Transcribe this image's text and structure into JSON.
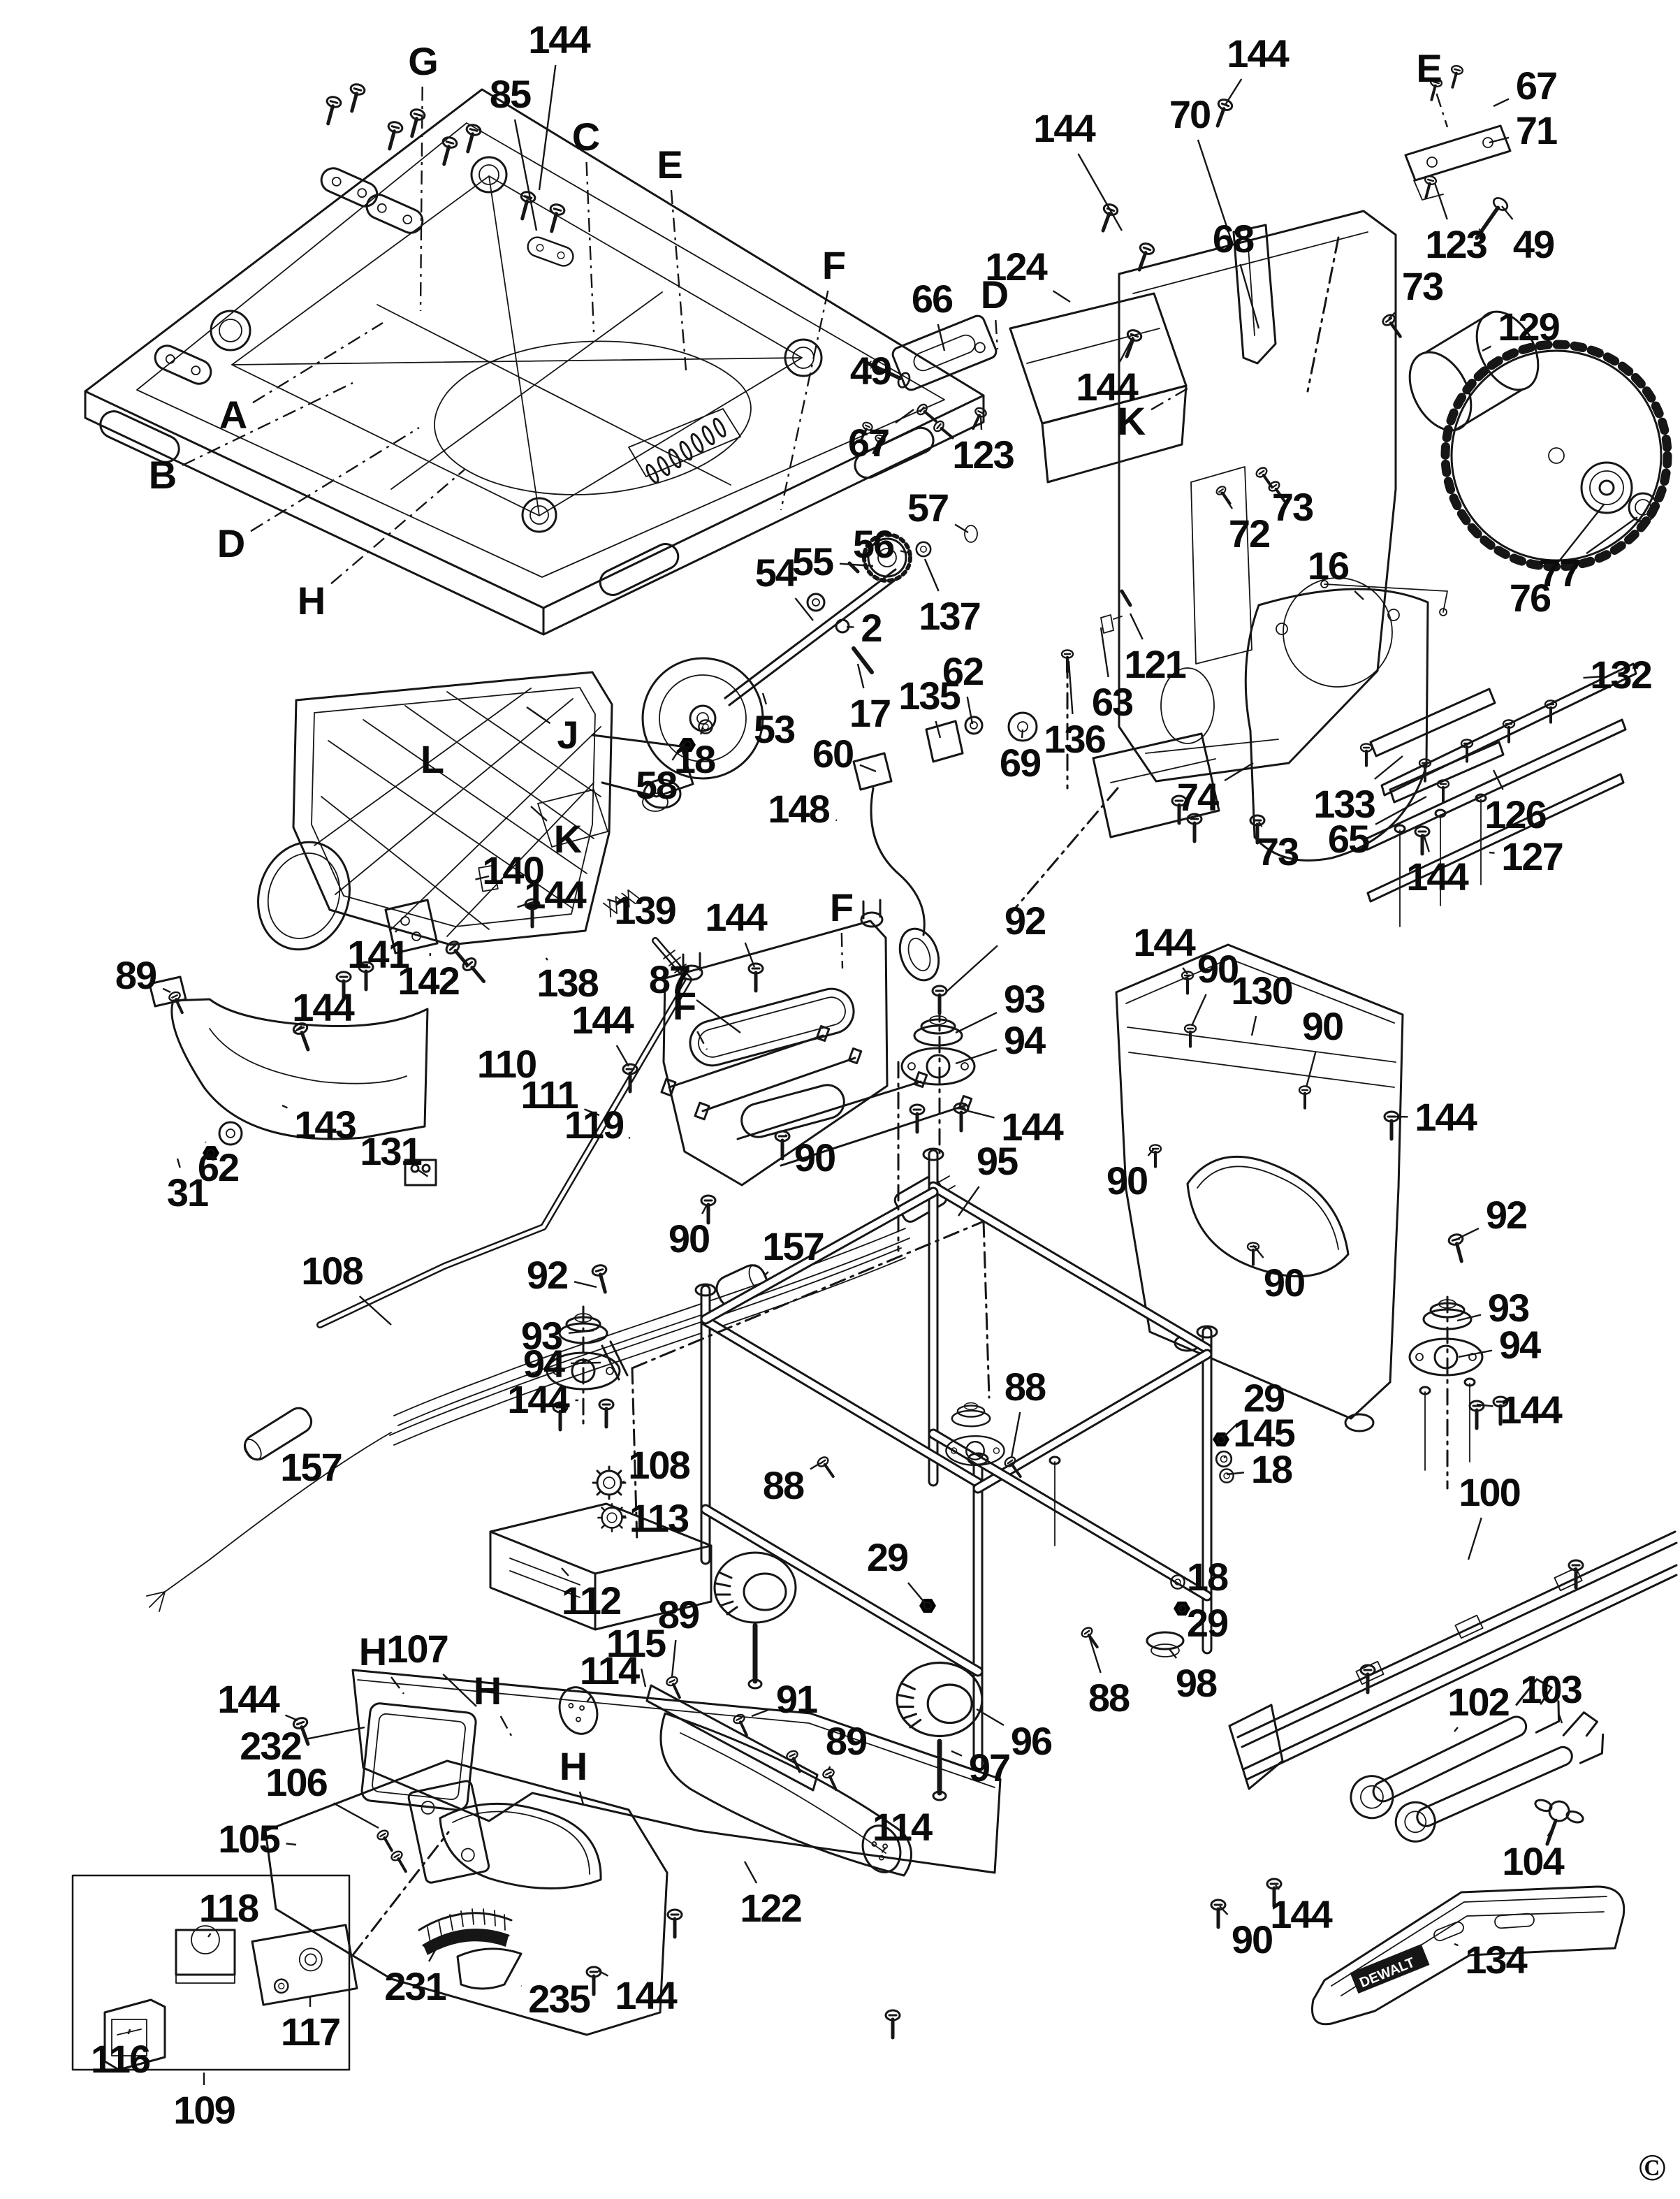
{
  "page": {
    "background": "#ffffff",
    "ink": "#161616",
    "copyright_mark": "©"
  },
  "diagram": {
    "type": "exploded-parts-diagram",
    "fence_brand_text": "DEWALT",
    "callout_format": [
      "text",
      "x",
      "y",
      "leader_x",
      "leader_y",
      "dashed"
    ],
    "callouts": [
      [
        "G",
        605,
        88,
        602,
        445,
        1
      ],
      [
        "144",
        800,
        57,
        772,
        272
      ],
      [
        "85",
        730,
        135,
        768,
        330
      ],
      [
        "C",
        838,
        196,
        850,
        475,
        1
      ],
      [
        "E",
        958,
        236,
        982,
        530,
        1
      ],
      [
        "F",
        1193,
        380,
        1118,
        730,
        1
      ],
      [
        "A",
        333,
        594,
        548,
        462,
        1
      ],
      [
        "B",
        232,
        680,
        505,
        548,
        1
      ],
      [
        "D",
        330,
        778,
        600,
        612,
        1
      ],
      [
        "H",
        445,
        860,
        665,
        672,
        1
      ],
      [
        "144",
        1800,
        77,
        1754,
        150
      ],
      [
        "70",
        1703,
        164,
        1764,
        348
      ],
      [
        "144",
        1523,
        184,
        1606,
        330
      ],
      [
        "E",
        2045,
        98,
        2072,
        182,
        1
      ],
      [
        "67",
        2199,
        123,
        2138,
        152
      ],
      [
        "71",
        2199,
        187,
        2132,
        204
      ],
      [
        "123",
        2084,
        350,
        2054,
        262
      ],
      [
        "49",
        2195,
        350,
        2150,
        295
      ],
      [
        "73",
        2036,
        410,
        1988,
        456
      ],
      [
        "129",
        2188,
        468,
        2122,
        502
      ],
      [
        "68",
        1765,
        342,
        1802,
        470
      ],
      [
        "124",
        1454,
        382,
        1532,
        432
      ],
      [
        "66",
        1334,
        428,
        1352,
        502
      ],
      [
        "D",
        1423,
        422,
        1428,
        500,
        1
      ],
      [
        "49",
        1246,
        531,
        1290,
        542
      ],
      [
        "67",
        1243,
        634,
        1308,
        586
      ],
      [
        "123",
        1407,
        651,
        1404,
        596
      ],
      [
        "144",
        1584,
        554,
        1622,
        482
      ],
      [
        "K",
        1619,
        603,
        1700,
        556,
        1
      ],
      [
        "73",
        1850,
        726,
        1808,
        680
      ],
      [
        "72",
        1788,
        764,
        1748,
        704
      ],
      [
        "77",
        2232,
        820,
        2344,
        740
      ],
      [
        "76",
        2190,
        856,
        2296,
        722
      ],
      [
        "16",
        1901,
        810,
        1952,
        858
      ],
      [
        "132",
        2320,
        966,
        2294,
        968
      ],
      [
        "121",
        1653,
        951,
        1618,
        878
      ],
      [
        "63",
        1592,
        1005,
        1576,
        898
      ],
      [
        "136",
        1538,
        1058,
        1530,
        946
      ],
      [
        "74",
        1714,
        1141,
        1794,
        1092
      ],
      [
        "73",
        1829,
        1219,
        1802,
        1176
      ],
      [
        "133",
        1924,
        1151,
        2008,
        1082
      ],
      [
        "65",
        1930,
        1201,
        2042,
        1140
      ],
      [
        "126",
        2169,
        1166,
        2138,
        1102
      ],
      [
        "127",
        2193,
        1226,
        2132,
        1220
      ],
      [
        "144",
        2057,
        1255,
        2038,
        1194
      ],
      [
        "57",
        1328,
        727,
        1386,
        762
      ],
      [
        "56",
        1250,
        779,
        1304,
        792
      ],
      [
        "55",
        1163,
        804,
        1250,
        810
      ],
      [
        "54",
        1110,
        820,
        1164,
        888
      ],
      [
        "137",
        1359,
        882,
        1324,
        800
      ],
      [
        "2",
        1247,
        899,
        1212,
        897
      ],
      [
        "17",
        1245,
        1021,
        1228,
        950
      ],
      [
        "53",
        1108,
        1044,
        1092,
        992
      ],
      [
        "58",
        939,
        1124,
        978,
        1064
      ],
      [
        "18",
        994,
        1087,
        1006,
        1040
      ],
      [
        "60",
        1192,
        1079,
        1254,
        1104
      ],
      [
        "148",
        1143,
        1158,
        1198,
        1174
      ],
      [
        "135",
        1330,
        996,
        1346,
        1056
      ],
      [
        "62",
        1378,
        961,
        1392,
        1036
      ],
      [
        "69",
        1460,
        1092,
        1464,
        1044
      ],
      [
        "J",
        812,
        1052,
        754,
        1012
      ],
      [
        "L",
        618,
        1087
      ],
      [
        "K",
        812,
        1201,
        760,
        1154
      ],
      [
        "140",
        734,
        1246,
        700,
        1254
      ],
      [
        "144",
        794,
        1281,
        766,
        1290
      ],
      [
        "139",
        923,
        1303,
        886,
        1292
      ],
      [
        "141",
        541,
        1366,
        566,
        1334
      ],
      [
        "142",
        613,
        1404,
        616,
        1364
      ],
      [
        "138",
        812,
        1407,
        784,
        1374
      ],
      [
        "89",
        194,
        1396,
        244,
        1420
      ],
      [
        "144",
        462,
        1442,
        432,
        1468
      ],
      [
        "143",
        465,
        1610,
        404,
        1582
      ],
      [
        "62",
        312,
        1671,
        294,
        1634
      ],
      [
        "31",
        268,
        1707,
        254,
        1658
      ],
      [
        "110",
        725,
        1523,
        780,
        1556
      ],
      [
        "111",
        786,
        1567,
        858,
        1596
      ],
      [
        "119",
        850,
        1610,
        900,
        1628
      ],
      [
        "131",
        559,
        1648,
        598,
        1674
      ],
      [
        "108",
        475,
        1819,
        560,
        1896
      ],
      [
        "157",
        445,
        2100,
        410,
        2064
      ],
      [
        "144",
        1053,
        1313,
        1080,
        1384
      ],
      [
        "F",
        1204,
        1299,
        1206,
        1386,
        1
      ],
      [
        "87",
        958,
        1402,
        1060,
        1478
      ],
      [
        "F",
        979,
        1440,
        1012,
        1502,
        1
      ],
      [
        "144",
        862,
        1460,
        900,
        1526
      ],
      [
        "92",
        1467,
        1318,
        1354,
        1420
      ],
      [
        "93",
        1466,
        1430,
        1368,
        1478
      ],
      [
        "94",
        1466,
        1489,
        1368,
        1522
      ],
      [
        "144",
        1477,
        1613,
        1386,
        1590
      ],
      [
        "90",
        1166,
        1657,
        1124,
        1624
      ],
      [
        "90",
        986,
        1773,
        1012,
        1724
      ],
      [
        "157",
        1135,
        1784,
        1094,
        1826
      ],
      [
        "95",
        1427,
        1662,
        1372,
        1740
      ],
      [
        "92",
        783,
        1825,
        854,
        1842
      ],
      [
        "93",
        775,
        1912,
        850,
        1904
      ],
      [
        "94",
        778,
        1952,
        860,
        1950
      ],
      [
        "144",
        770,
        2003,
        828,
        2004
      ],
      [
        "108",
        943,
        2097,
        894,
        2120
      ],
      [
        "113",
        943,
        2173,
        896,
        2170
      ],
      [
        "112",
        846,
        2291,
        804,
        2244
      ],
      [
        "88",
        1467,
        1985,
        1448,
        2086
      ],
      [
        "88",
        1121,
        2126,
        1174,
        2094
      ],
      [
        "29",
        1270,
        2229,
        1324,
        2294
      ],
      [
        "29",
        1809,
        2001,
        1750,
        2058
      ],
      [
        "145",
        1809,
        2051,
        1752,
        2086
      ],
      [
        "18",
        1820,
        2103,
        1756,
        2110
      ],
      [
        "18",
        1728,
        2257,
        1688,
        2262
      ],
      [
        "29",
        1728,
        2323,
        1692,
        2302
      ],
      [
        "98",
        1712,
        2409,
        1674,
        2360
      ],
      [
        "88",
        1587,
        2430,
        1558,
        2338
      ],
      [
        "96",
        1476,
        2492,
        1398,
        2446
      ],
      [
        "97",
        1416,
        2530,
        1362,
        2506
      ],
      [
        "144",
        1666,
        1349,
        1700,
        1394
      ],
      [
        "90",
        1743,
        1387,
        1706,
        1468
      ],
      [
        "130",
        1806,
        1418,
        1792,
        1482
      ],
      [
        "90",
        1893,
        1469,
        1870,
        1556
      ],
      [
        "144",
        2069,
        1599,
        1996,
        1598
      ],
      [
        "90",
        1613,
        1690,
        1652,
        1644
      ],
      [
        "90",
        1838,
        1836,
        1794,
        1782
      ],
      [
        "92",
        2156,
        1739,
        2088,
        1772
      ],
      [
        "93",
        2159,
        1872,
        2086,
        1890
      ],
      [
        "94",
        2175,
        1925,
        2088,
        1942
      ],
      [
        "144",
        2191,
        2018,
        2114,
        2010
      ],
      [
        "100",
        2132,
        2136,
        2102,
        2232
      ],
      [
        "102",
        2116,
        2436,
        2082,
        2478
      ],
      [
        "103",
        2220,
        2418,
        2236,
        2466
      ],
      [
        "104",
        2194,
        2664,
        2224,
        2614
      ],
      [
        "144",
        1862,
        2740,
        1826,
        2698
      ],
      [
        "90",
        1792,
        2776,
        1746,
        2728
      ],
      [
        "134",
        2141,
        2805,
        2082,
        2782
      ],
      [
        "89",
        971,
        2311,
        962,
        2400
      ],
      [
        "115",
        910,
        2352,
        924,
        2414
      ],
      [
        "114",
        872,
        2391,
        840,
        2436
      ],
      [
        "91",
        1140,
        2432,
        1076,
        2456
      ],
      [
        "89",
        1211,
        2492,
        1186,
        2532
      ],
      [
        "114",
        1291,
        2615,
        1268,
        2644
      ],
      [
        "122",
        1103,
        2731,
        1066,
        2664
      ],
      [
        "144",
        924,
        2856,
        856,
        2820
      ],
      [
        "H",
        533,
        2364,
        578,
        2424,
        1
      ],
      [
        "107",
        597,
        2360,
        682,
        2442
      ],
      [
        "H",
        697,
        2420,
        732,
        2484,
        1
      ],
      [
        "H",
        820,
        2528,
        836,
        2586,
        1
      ],
      [
        "144",
        355,
        2432,
        426,
        2462
      ],
      [
        "232",
        387,
        2499,
        522,
        2472
      ],
      [
        "106",
        424,
        2551,
        542,
        2616
      ],
      [
        "105",
        356,
        2632,
        424,
        2640
      ],
      [
        "118",
        327,
        2731,
        298,
        2772
      ],
      [
        "116",
        172,
        2947,
        186,
        2904
      ],
      [
        "117",
        444,
        2908,
        444,
        2858
      ],
      [
        "109",
        292,
        3020,
        292,
        2966
      ],
      [
        "231",
        594,
        2843,
        628,
        2782
      ],
      [
        "235",
        800,
        2861,
        746,
        2842
      ]
    ]
  }
}
